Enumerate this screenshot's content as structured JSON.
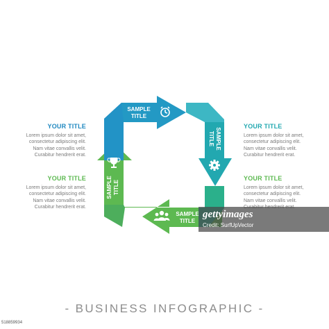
{
  "colors": {
    "blue_dark": "#1F88C0",
    "blue_mid": "#2399C4",
    "teal": "#22A8B0",
    "green_teal": "#2BB08B",
    "green": "#5DB951",
    "heading_blue": "#1F88C0",
    "heading_green": "#5DB951"
  },
  "left_blocks": [
    {
      "title": "YOUR TITLE",
      "body": "Lorem ipsum dolor sit amet,\nconsectetur adipiscing elit.\nNam vitae convallis velit.\nCurabitur hendrerit erat."
    },
    {
      "title": "YOUR TITLE",
      "body": "Lorem ipsum dolor sit amet,\nconsectetur adipiscing elit.\nNam vitae convallis velit.\nCurabitur hendrerit erat."
    }
  ],
  "right_blocks": [
    {
      "title": "YOUR TITLE",
      "body": "Lorem ipsum dolor sit amet,\nconsectetur adipiscing elit.\nNam vitae convallis velit.\nCurabitur hendrerit erat."
    },
    {
      "title": "YOUR TITLE",
      "body": "Lorem ipsum dolor sit amet,\nconsectetur adipiscing elit.\nNam vitae convallis velit.\nCurabitur hendrerit erat."
    }
  ],
  "cycle": {
    "top": {
      "line1": "SAMPLE",
      "line2": "TITLE",
      "icon": "alarm-clock-icon"
    },
    "right": {
      "line1": "SAMPLE",
      "line2": "TITLE",
      "icon": "gear-icon"
    },
    "bottom": {
      "line1": "SAMPLE",
      "line2": "TITLE",
      "icon": "team-icon"
    },
    "left": {
      "line1": "SAMPLE",
      "line2": "TITLE",
      "icon": "trophy-icon"
    }
  },
  "footer": {
    "title": "- BUSINESS INFOGRAPHIC -"
  },
  "stock_id": "518859934",
  "watermark": {
    "logo": "gettyimages",
    "credit": "Credit: SurfUpVector"
  }
}
